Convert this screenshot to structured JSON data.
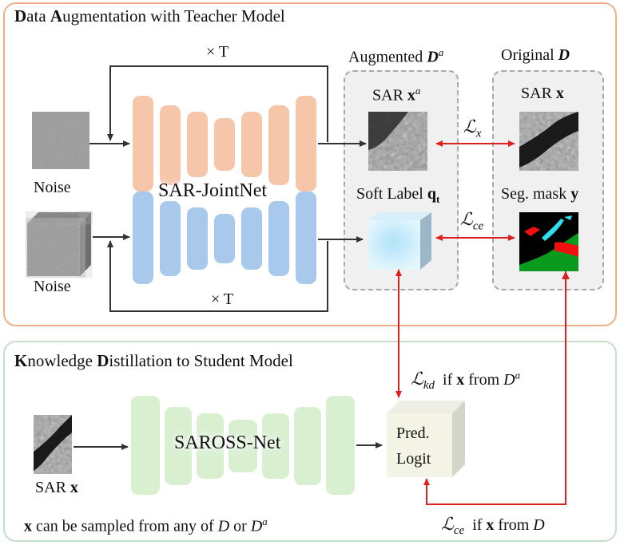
{
  "top_panel": {
    "title_initial_1": "D",
    "title_rest_1": "ata ",
    "title_initial_2": "A",
    "title_rest_2": "ugmentation with Teacher Model"
  },
  "loop_label_top": "× T",
  "loop_label_bottom": "× T",
  "noise_top_label": "Noise",
  "noise_bottom_label": "Noise",
  "joint_net_label": "SAR-JointNet",
  "augmented": {
    "header_text": "Augmented ",
    "header_symbol": "D",
    "header_sup": "a",
    "sar_text": "SAR ",
    "sar_symbol": "x",
    "sar_sup": "a",
    "soft_label_text": "Soft Label ",
    "soft_label_symbol": "q",
    "soft_label_sub": "t"
  },
  "original": {
    "header_text": "Original ",
    "header_symbol": "D",
    "sar_text": "SAR ",
    "sar_symbol": "x",
    "mask_text": "Seg. mask ",
    "mask_symbol": "y"
  },
  "losses": {
    "lx_symbol": "ℒ",
    "lx_sub": "x",
    "lce_symbol": "ℒ",
    "lce_sub": "ce",
    "lkd_symbol": "ℒ",
    "lkd_sub": "kd",
    "lkd_cond_if": "if ",
    "lkd_cond_x": "x",
    "lkd_cond_from": " from ",
    "lkd_cond_D": "D",
    "lkd_cond_sup": "a",
    "lce2_symbol": "ℒ",
    "lce2_sub": "ce",
    "lce2_cond_if": "if ",
    "lce2_cond_x": "x",
    "lce2_cond_from": " from ",
    "lce2_cond_D": "D"
  },
  "bottom_panel": {
    "title_initial_1": "K",
    "title_rest_1": "nowledge ",
    "title_initial_2": "D",
    "title_rest_2": "istillation to Student Model"
  },
  "student_input_text": "SAR ",
  "student_input_symbol": "x",
  "student_net_label": "SAROSS-Net",
  "pred_line1": "Pred.",
  "pred_line2": "Logit",
  "footnote": {
    "x": "x",
    "text": " can be sampled from any of ",
    "D1": "D",
    "or": " or ",
    "D2": "D",
    "sup": "a"
  },
  "colors": {
    "teacher_orange": "#f6c6aa",
    "teacher_blue": "#a8c8ec",
    "student_green": "#d8f0d0",
    "loss_red": "#e02020",
    "mask_green": "#0a9a1e",
    "mask_red": "#f01010",
    "mask_cyan": "#30e0f0"
  }
}
